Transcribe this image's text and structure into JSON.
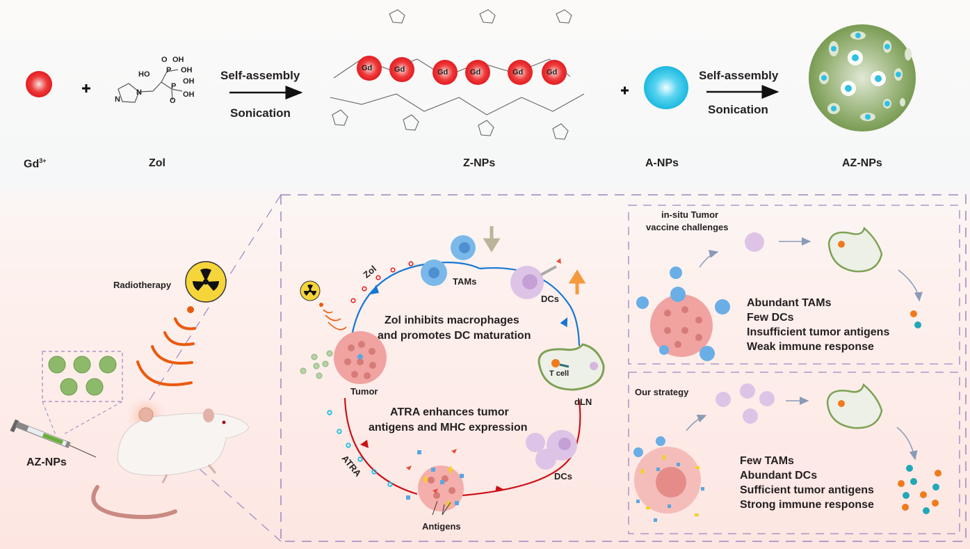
{
  "synthesis": {
    "gd_label": "Gd",
    "gd_charge": "3+",
    "plus": "+",
    "zol_label": "Zol",
    "zol_groups": {
      "oh": "OH",
      "ho": "HO",
      "o": "O",
      "p": "P",
      "n": "N"
    },
    "step1": {
      "top": "Self-assembly",
      "bottom": "Sonication"
    },
    "znps_label": "Z-NPs",
    "gd_node": "Gd",
    "anps_label": "A-NPs",
    "step2": {
      "top": "Self-assembly",
      "bottom": "Sonication"
    },
    "aznps_label": "AZ-NPs"
  },
  "treatment": {
    "radiotherapy_label": "Radiotherapy",
    "injection_label": "AZ-NPs"
  },
  "mechanism": {
    "zol_label": "Zol",
    "tams_label": "TAMs",
    "dcs_top_label": "DCs",
    "zol_effect_line1": "Zol inhibits macrophages",
    "zol_effect_line2": "and promotes DC maturation",
    "tcell_label": "T cell",
    "tumor_label": "Tumor",
    "dln_label": "dLN",
    "atra_effect_line1": "ATRA enhances tumor",
    "atra_effect_line2": "antigens and MHC expression",
    "atra_label": "ATRA",
    "dcs_bottom_label": "DCs",
    "antigens_label": "Antigens"
  },
  "challenges": {
    "title_line1": "in-situ Tumor",
    "title_line2": "vaccine challenges",
    "points": [
      "Abundant TAMs",
      "Few DCs",
      "Insufficient tumor antigens",
      "Weak immune response"
    ]
  },
  "strategy": {
    "title": "Our strategy",
    "points": [
      "Few TAMs",
      "Abundant DCs",
      "Sufficient tumor antigens",
      "Strong immune response"
    ]
  },
  "colors": {
    "gd_red": "#e8141b",
    "anp_cyan": "#29c3e6",
    "aznp_green": "#7fa05a",
    "radiation_orange": "#ea5a0c",
    "dash_purple": "#9b86c0",
    "arc_blue": "#1677d2",
    "arc_red": "#cc1017",
    "tam_blue": "#6aaee6",
    "dc_purple": "#d9bfe3",
    "tumor_pink": "#ef9a98"
  }
}
